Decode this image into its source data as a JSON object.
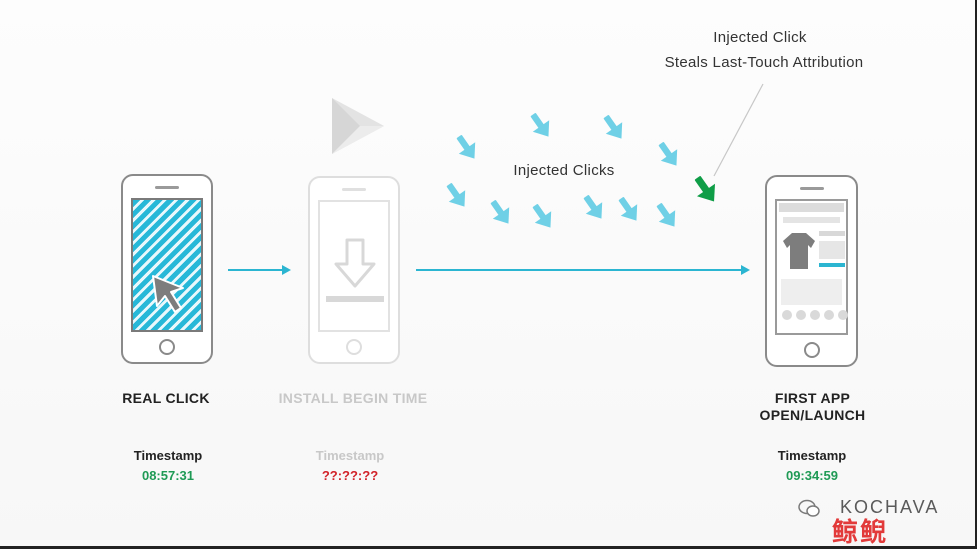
{
  "annotations": {
    "injected_click_line1": "Injected Click",
    "injected_click_line2": "Steals Last-Touch Attribution",
    "injected_clicks": "Injected Clicks"
  },
  "steps": [
    {
      "label": "REAL CLICK",
      "timestamp_label": "Timestamp",
      "timestamp_value": "08:57:31"
    },
    {
      "label": "INSTALL BEGIN TIME",
      "timestamp_label": "Timestamp",
      "timestamp_value": "??:??:??"
    },
    {
      "label_line1": "FIRST APP",
      "label_line2": "OPEN/LAUNCH",
      "timestamp_label": "Timestamp",
      "timestamp_value": "09:34:59"
    }
  ],
  "watermark": {
    "brand": "KOCHAVA",
    "logo_text": "鲸鲵"
  },
  "colors": {
    "accent": "#2bb5d1",
    "injected_arrow": "#6fd0e6",
    "steal_arrow": "#0f9d47",
    "timestamp_ok": "#1f9a55",
    "timestamp_unknown": "#d2232a",
    "faded": "#c8c8c8",
    "text_dark": "#222222"
  },
  "icons": {
    "real_click": "cursor-arrow-icon",
    "install": "download-icon",
    "store": "play-store-icon",
    "product": "tshirt-icon"
  }
}
